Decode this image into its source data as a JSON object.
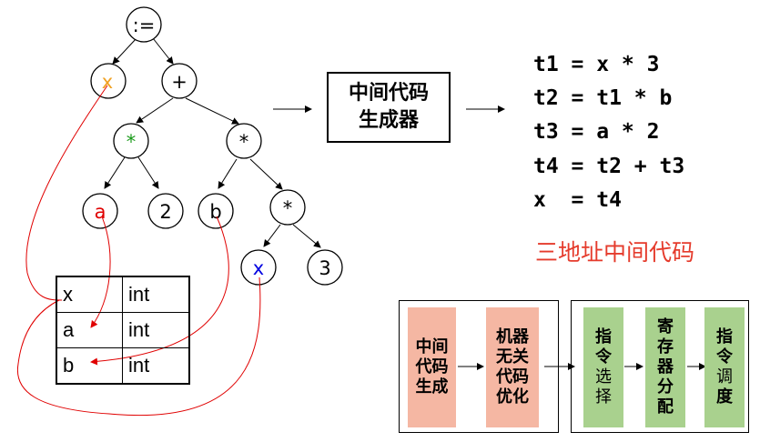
{
  "tree": {
    "nodes": [
      {
        "id": "assign",
        "label": ":="
      },
      {
        "id": "x",
        "label": "x"
      },
      {
        "id": "plus",
        "label": "+"
      },
      {
        "id": "mul1",
        "label": "*"
      },
      {
        "id": "mul2",
        "label": "*"
      },
      {
        "id": "a",
        "label": "a"
      },
      {
        "id": "two",
        "label": "2"
      },
      {
        "id": "b",
        "label": "b"
      },
      {
        "id": "mul3",
        "label": "*"
      },
      {
        "id": "x2",
        "label": "x"
      },
      {
        "id": "three",
        "label": "3"
      }
    ],
    "colors": {
      "x_overlay": "#f0a020",
      "mul1": "#1a9a1a",
      "a": "#e00000",
      "x2": "#0000e0",
      "links": "#e00000"
    }
  },
  "symbol_table": {
    "rows": [
      {
        "name": "x",
        "type": "int"
      },
      {
        "name": "a",
        "type": "int"
      },
      {
        "name": "b",
        "type": "int"
      }
    ]
  },
  "generator": {
    "line1": "中间代码",
    "line2": "生成器"
  },
  "code": {
    "lines": [
      "t1 = x * 3",
      "t2 = t1 * b",
      "t3 = a * 2",
      "t4 = t2 + t3",
      "x  = t4"
    ],
    "caption": "三地址中间代码",
    "caption_color": "#e53b2c"
  },
  "pipeline": {
    "stage1": [
      "中间",
      "代码",
      "生成"
    ],
    "stage2": [
      "机器",
      "无关",
      "代码",
      "优化"
    ],
    "stage3": [
      "指",
      "令",
      "选",
      "择"
    ],
    "stage4": [
      "寄",
      "存",
      "器",
      "分",
      "配"
    ],
    "stage5": [
      "指",
      "令",
      "调",
      "度"
    ],
    "colors": {
      "salmon": "#f5b7a3",
      "green": "#a9d18e"
    }
  }
}
